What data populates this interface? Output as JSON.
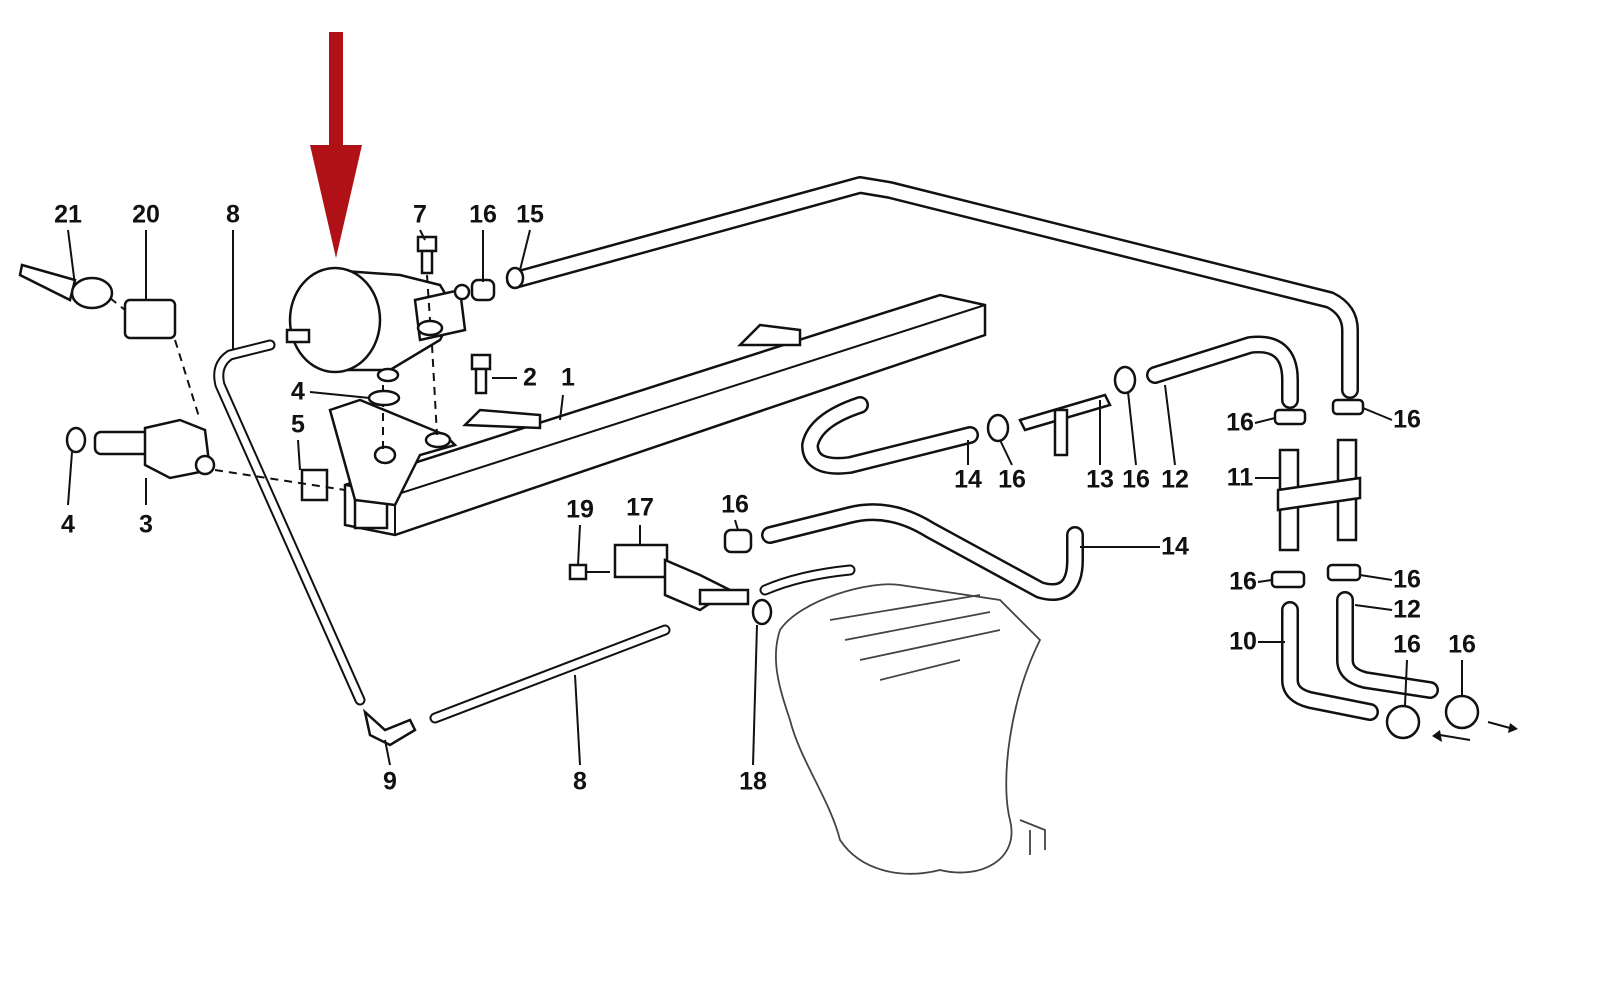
{
  "diagram": {
    "title": "Fuel rail and pressure regulator parts diagram",
    "highlight_color": "#b01116",
    "labels": [
      "21",
      "20",
      "8",
      "7",
      "16",
      "15",
      "2",
      "1",
      "4",
      "5",
      "4",
      "3",
      "19",
      "17",
      "16",
      "14",
      "16",
      "13",
      "16",
      "12",
      "16",
      "16",
      "11",
      "14",
      "16",
      "16",
      "12",
      "10",
      "16",
      "16",
      "9",
      "8",
      "18"
    ]
  }
}
